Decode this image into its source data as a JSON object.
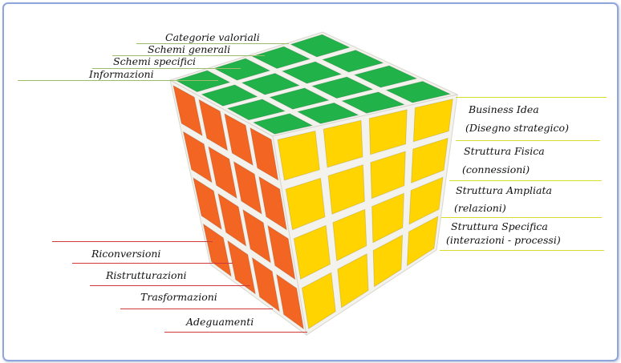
{
  "top_labels": [
    "Categorie valoriali",
    "Schemi generali",
    "Schemi specifici",
    "Informazioni"
  ],
  "right_labels": [
    "Business Idea",
    "(Disegno strategico)",
    "Struttura Fisica",
    "(connessioni)",
    "Struttura Ampliata",
    "(relazioni)",
    "Struttura Specifica",
    "(interazioni - processi)"
  ],
  "left_labels": [
    "Riconversioni",
    "Ristrutturazioni",
    "Trasformazioni",
    "Adeguamenti"
  ],
  "colors": {
    "top_face": "#22b24a",
    "front_face": "#ffd400",
    "left_face": "#f26522",
    "frame": "#8fa6dc",
    "right_lines": "#e3e000",
    "top_lines": "#9bbd6a",
    "left_lines": "#d23a3a"
  }
}
